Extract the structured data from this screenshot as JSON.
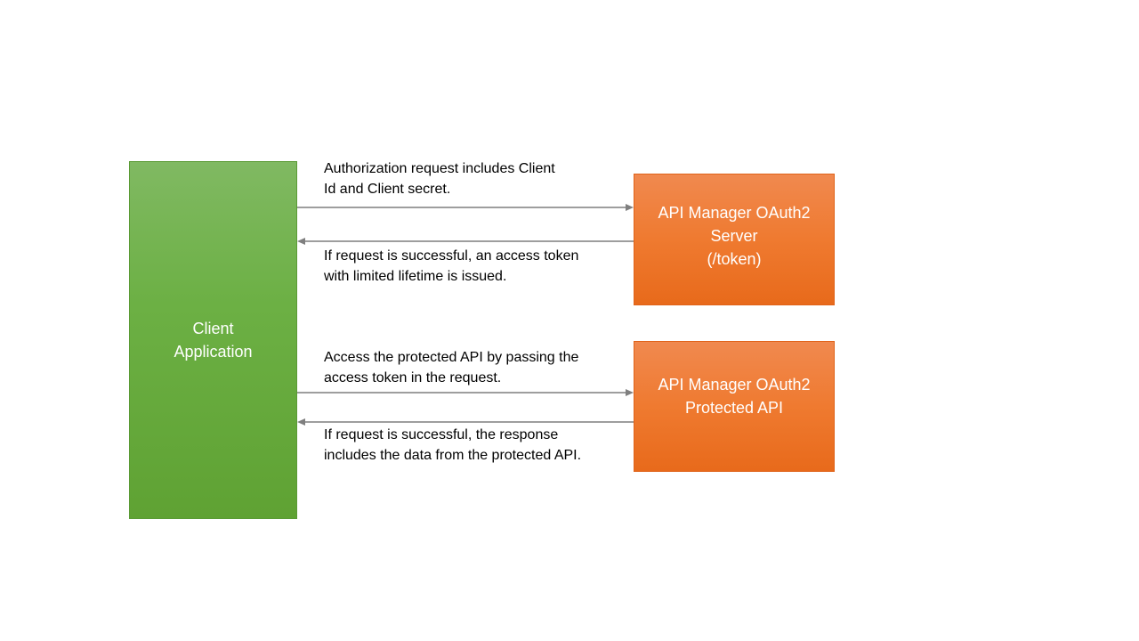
{
  "client": {
    "label_line1": "Client",
    "label_line2": "Application",
    "color": "#6cb044"
  },
  "server": {
    "label_line1": "API Manager  OAuth2",
    "label_line2": "Server",
    "label_line3": "(/token)",
    "color": "#ef7a30"
  },
  "protected_api": {
    "label_line1": "API Manager  OAuth2",
    "label_line2": "Protected  API",
    "color": "#ef7a30"
  },
  "messages": {
    "auth_request": {
      "line1": "Authorization request includes Client",
      "line2": "Id and Client  secret.",
      "direction": "client-to-server"
    },
    "token_response": {
      "line1": "If request is successful, an access token",
      "line2": "with limited lifetime is issued.",
      "direction": "server-to-client"
    },
    "api_request": {
      "line1": "Access the protected API by passing the",
      "line2": "access token in the request.",
      "direction": "client-to-api"
    },
    "api_response": {
      "line1": "If request is successful, the response",
      "line2": "includes the data from the protected API.",
      "direction": "api-to-client"
    }
  },
  "arrow_color": "#7f7f7f"
}
